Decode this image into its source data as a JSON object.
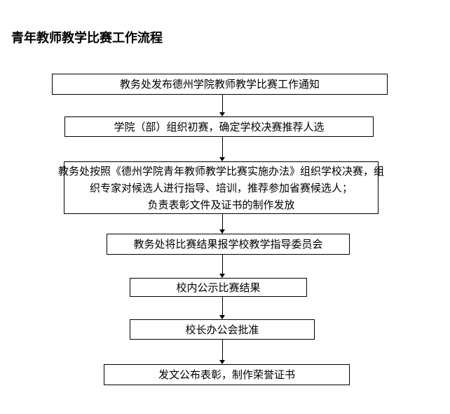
{
  "page": {
    "title": "青年教师教学比赛工作流程"
  },
  "flowchart": {
    "colors": {
      "box_border": "#000000",
      "text": "#000000",
      "background": "#ffffff"
    },
    "steps": [
      {
        "name": "notice",
        "lines": [
          "教务处发布德州学院教师教学比赛工作通知"
        ]
      },
      {
        "name": "preliminary",
        "lines": [
          "学院（部）组织初赛，确定学校决赛推荐人选"
        ]
      },
      {
        "name": "school-finals",
        "lines": [
          "教务处按照《德州学院青年教师教学比赛实施办法》组织学校决赛，组",
          "织专家对候选人进行指导、培训，推荐参加省赛候选人；",
          "负责表彰文件及证书的制作发放"
        ]
      },
      {
        "name": "report-results",
        "lines": [
          "教务处将比赛结果报学校教学指导委员会"
        ]
      },
      {
        "name": "publicity",
        "lines": [
          "校内公示比赛结果"
        ]
      },
      {
        "name": "approval",
        "lines": [
          "校长办公会批准"
        ]
      },
      {
        "name": "announcement",
        "lines": [
          "发文公布表彰，制作荣誉证书"
        ]
      }
    ]
  }
}
